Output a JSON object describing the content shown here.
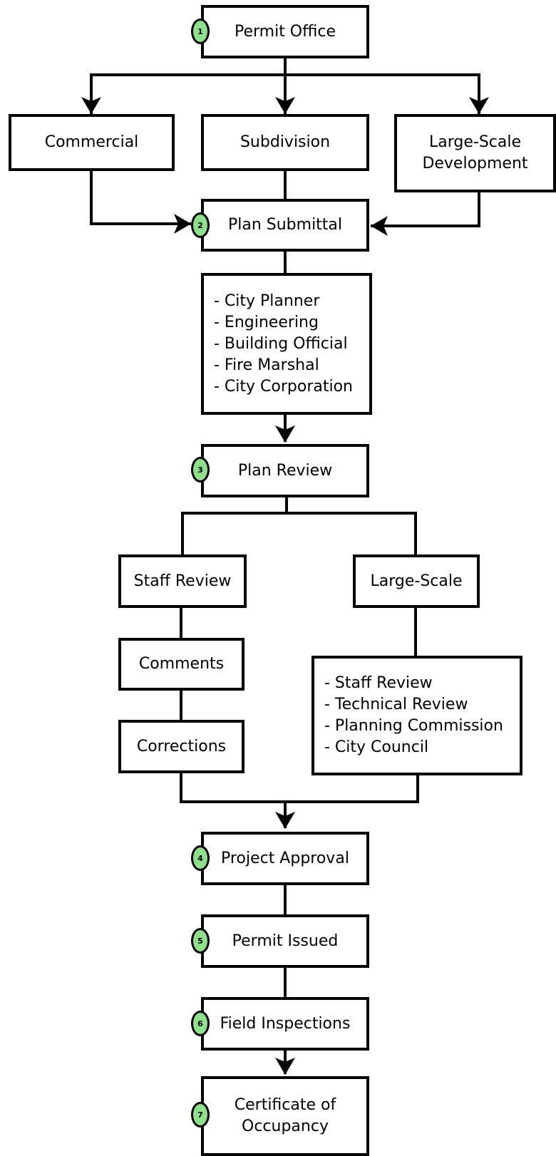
{
  "steps": [
    {
      "number": "1",
      "label": "Permit Office"
    },
    {
      "number": "2",
      "label": "Plan Submittal"
    },
    {
      "number": "3",
      "label": "Plan Review"
    },
    {
      "number": "4",
      "label": "Project Approval"
    },
    {
      "number": "5",
      "label": "Permit Issued"
    },
    {
      "number": "6",
      "label": "Field Inspections"
    },
    {
      "number": "7",
      "label_line1": "Certificate of",
      "label_line2": "Occupancy"
    }
  ],
  "submittal_types": [
    {
      "label": "Commercial"
    },
    {
      "label": "Subdivision"
    },
    {
      "label_line1": "Large-Scale",
      "label_line2": "Development"
    }
  ],
  "reviewers": [
    "- City Planner",
    "- Engineering",
    "- Building Official",
    "- Fire Marshal",
    "- City Corporation"
  ],
  "staff_path": [
    "Staff Review",
    "Comments",
    "Corrections"
  ],
  "large_scale_path": {
    "label": "Large-Scale",
    "stages": [
      "- Staff Review",
      "- Technical Review",
      "- Planning Commission",
      "- City Council"
    ]
  },
  "colors": {
    "badge_fill": "#8fe08c",
    "line": "#000000",
    "box_fill": "#ffffff"
  }
}
